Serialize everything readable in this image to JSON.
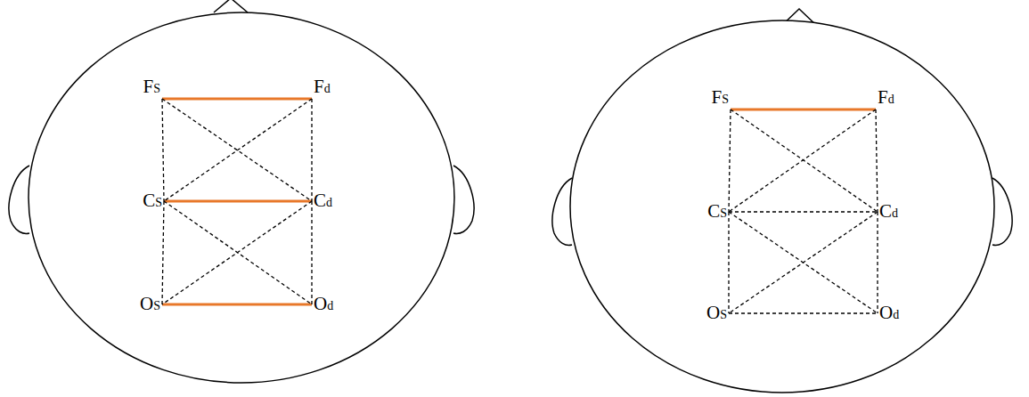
{
  "diagram": {
    "nodes": [
      {
        "text": [
          "FS"
        ]
      },
      {
        "text": [
          "Fd"
        ]
      },
      {
        "text": [
          "CS"
        ]
      },
      {
        "text": [
          "Cd"
        ]
      },
      {
        "text": [
          "OS"
        ]
      },
      {
        "text": [
          "Od"
        ]
      },
      {
        "text": [
          "FS"
        ]
      },
      {
        "text": [
          "Fd"
        ]
      },
      {
        "text": [
          "CS"
        ]
      },
      {
        "text": [
          "Cd"
        ]
      },
      {
        "text": [
          "OS"
        ]
      },
      {
        "text": [
          "Od"
        ]
      }
    ],
    "edges": [
      {
        "from": 0,
        "to": 1,
        "arrow": "none"
      },
      {
        "from": 2,
        "to": 3,
        "arrow": "none"
      },
      {
        "from": 4,
        "to": 5,
        "arrow": "none"
      },
      {
        "from": 0,
        "to": 2,
        "arrow": "none"
      },
      {
        "from": 2,
        "to": 4,
        "arrow": "none"
      },
      {
        "from": 1,
        "to": 3,
        "arrow": "none"
      },
      {
        "from": 3,
        "to": 5,
        "arrow": "none"
      },
      {
        "from": 0,
        "to": 3,
        "arrow": "none"
      },
      {
        "from": 1,
        "to": 2,
        "arrow": "none"
      },
      {
        "from": 2,
        "to": 5,
        "arrow": "none"
      },
      {
        "from": 3,
        "to": 4,
        "arrow": "none"
      },
      {
        "from": 6,
        "to": 7,
        "arrow": "none"
      },
      {
        "from": 6,
        "to": 8,
        "arrow": "none"
      },
      {
        "from": 8,
        "to": 10,
        "arrow": "none"
      },
      {
        "from": 7,
        "to": 9,
        "arrow": "none"
      },
      {
        "from": 9,
        "to": 11,
        "arrow": "none"
      },
      {
        "from": 6,
        "to": 9,
        "arrow": "none"
      },
      {
        "from": 7,
        "to": 8,
        "arrow": "none"
      },
      {
        "from": 8,
        "to": 9,
        "arrow": "none"
      },
      {
        "from": 8,
        "to": 11,
        "arrow": "none"
      },
      {
        "from": 9,
        "to": 10,
        "arrow": "none"
      },
      {
        "from": 10,
        "to": 11,
        "arrow": "none"
      }
    ]
  }
}
